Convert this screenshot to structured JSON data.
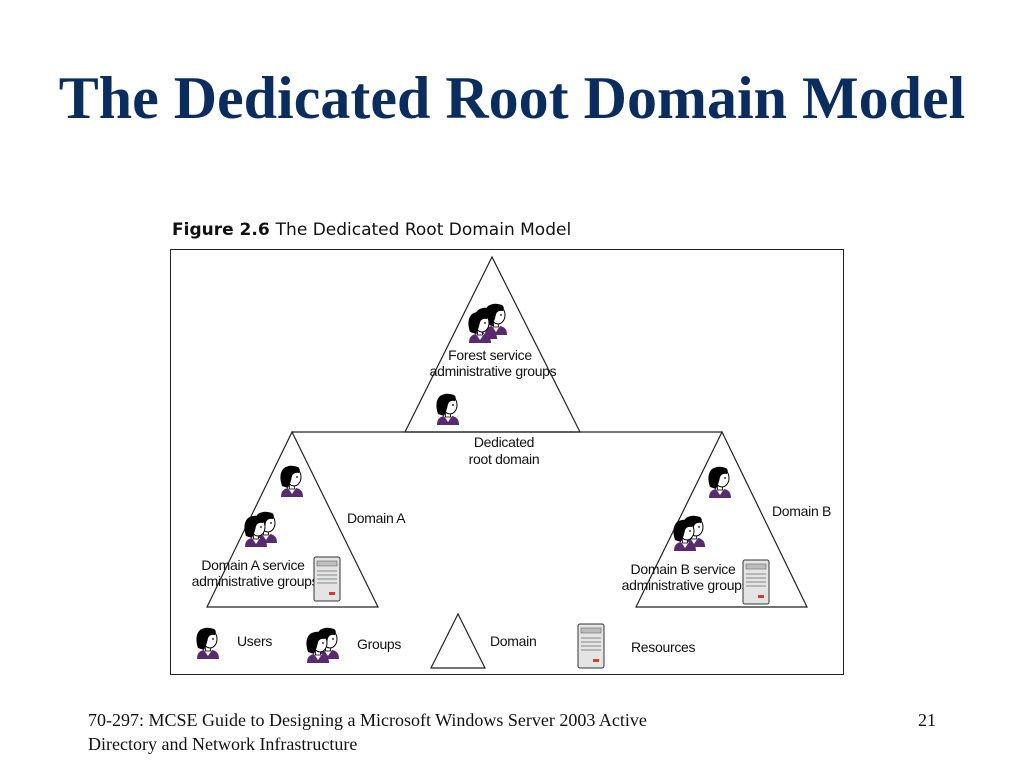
{
  "slide": {
    "title": "The Dedicated Root Domain Model",
    "footer": "70-297: MCSE Guide to Designing a Microsoft Windows Server 2003 Active Directory and Network Infrastructure",
    "page_number": "21"
  },
  "figure": {
    "number": "Figure 2.6",
    "caption": "The Dedicated Root Domain Model"
  },
  "diagram": {
    "root": {
      "label_line1": "Forest service",
      "label_line2": "administrative groups",
      "domain_line1": "Dedicated",
      "domain_line2": "root domain"
    },
    "domain_a": {
      "name": "Domain A",
      "service_line1": "Domain A service",
      "service_line2": "administrative groups"
    },
    "domain_b": {
      "name": "Domain B",
      "service_line1": "Domain B service",
      "service_line2": "administrative groups"
    },
    "legend": {
      "users": "Users",
      "groups": "Groups",
      "domain": "Domain",
      "resources": "Resources"
    }
  },
  "icons": [
    "user-icon",
    "group-icon",
    "domain-triangle-icon",
    "server-icon"
  ],
  "colors": {
    "title": "#0b2d5e",
    "person_shirt": "#5a2a6e",
    "server_light": "#d8382e"
  }
}
